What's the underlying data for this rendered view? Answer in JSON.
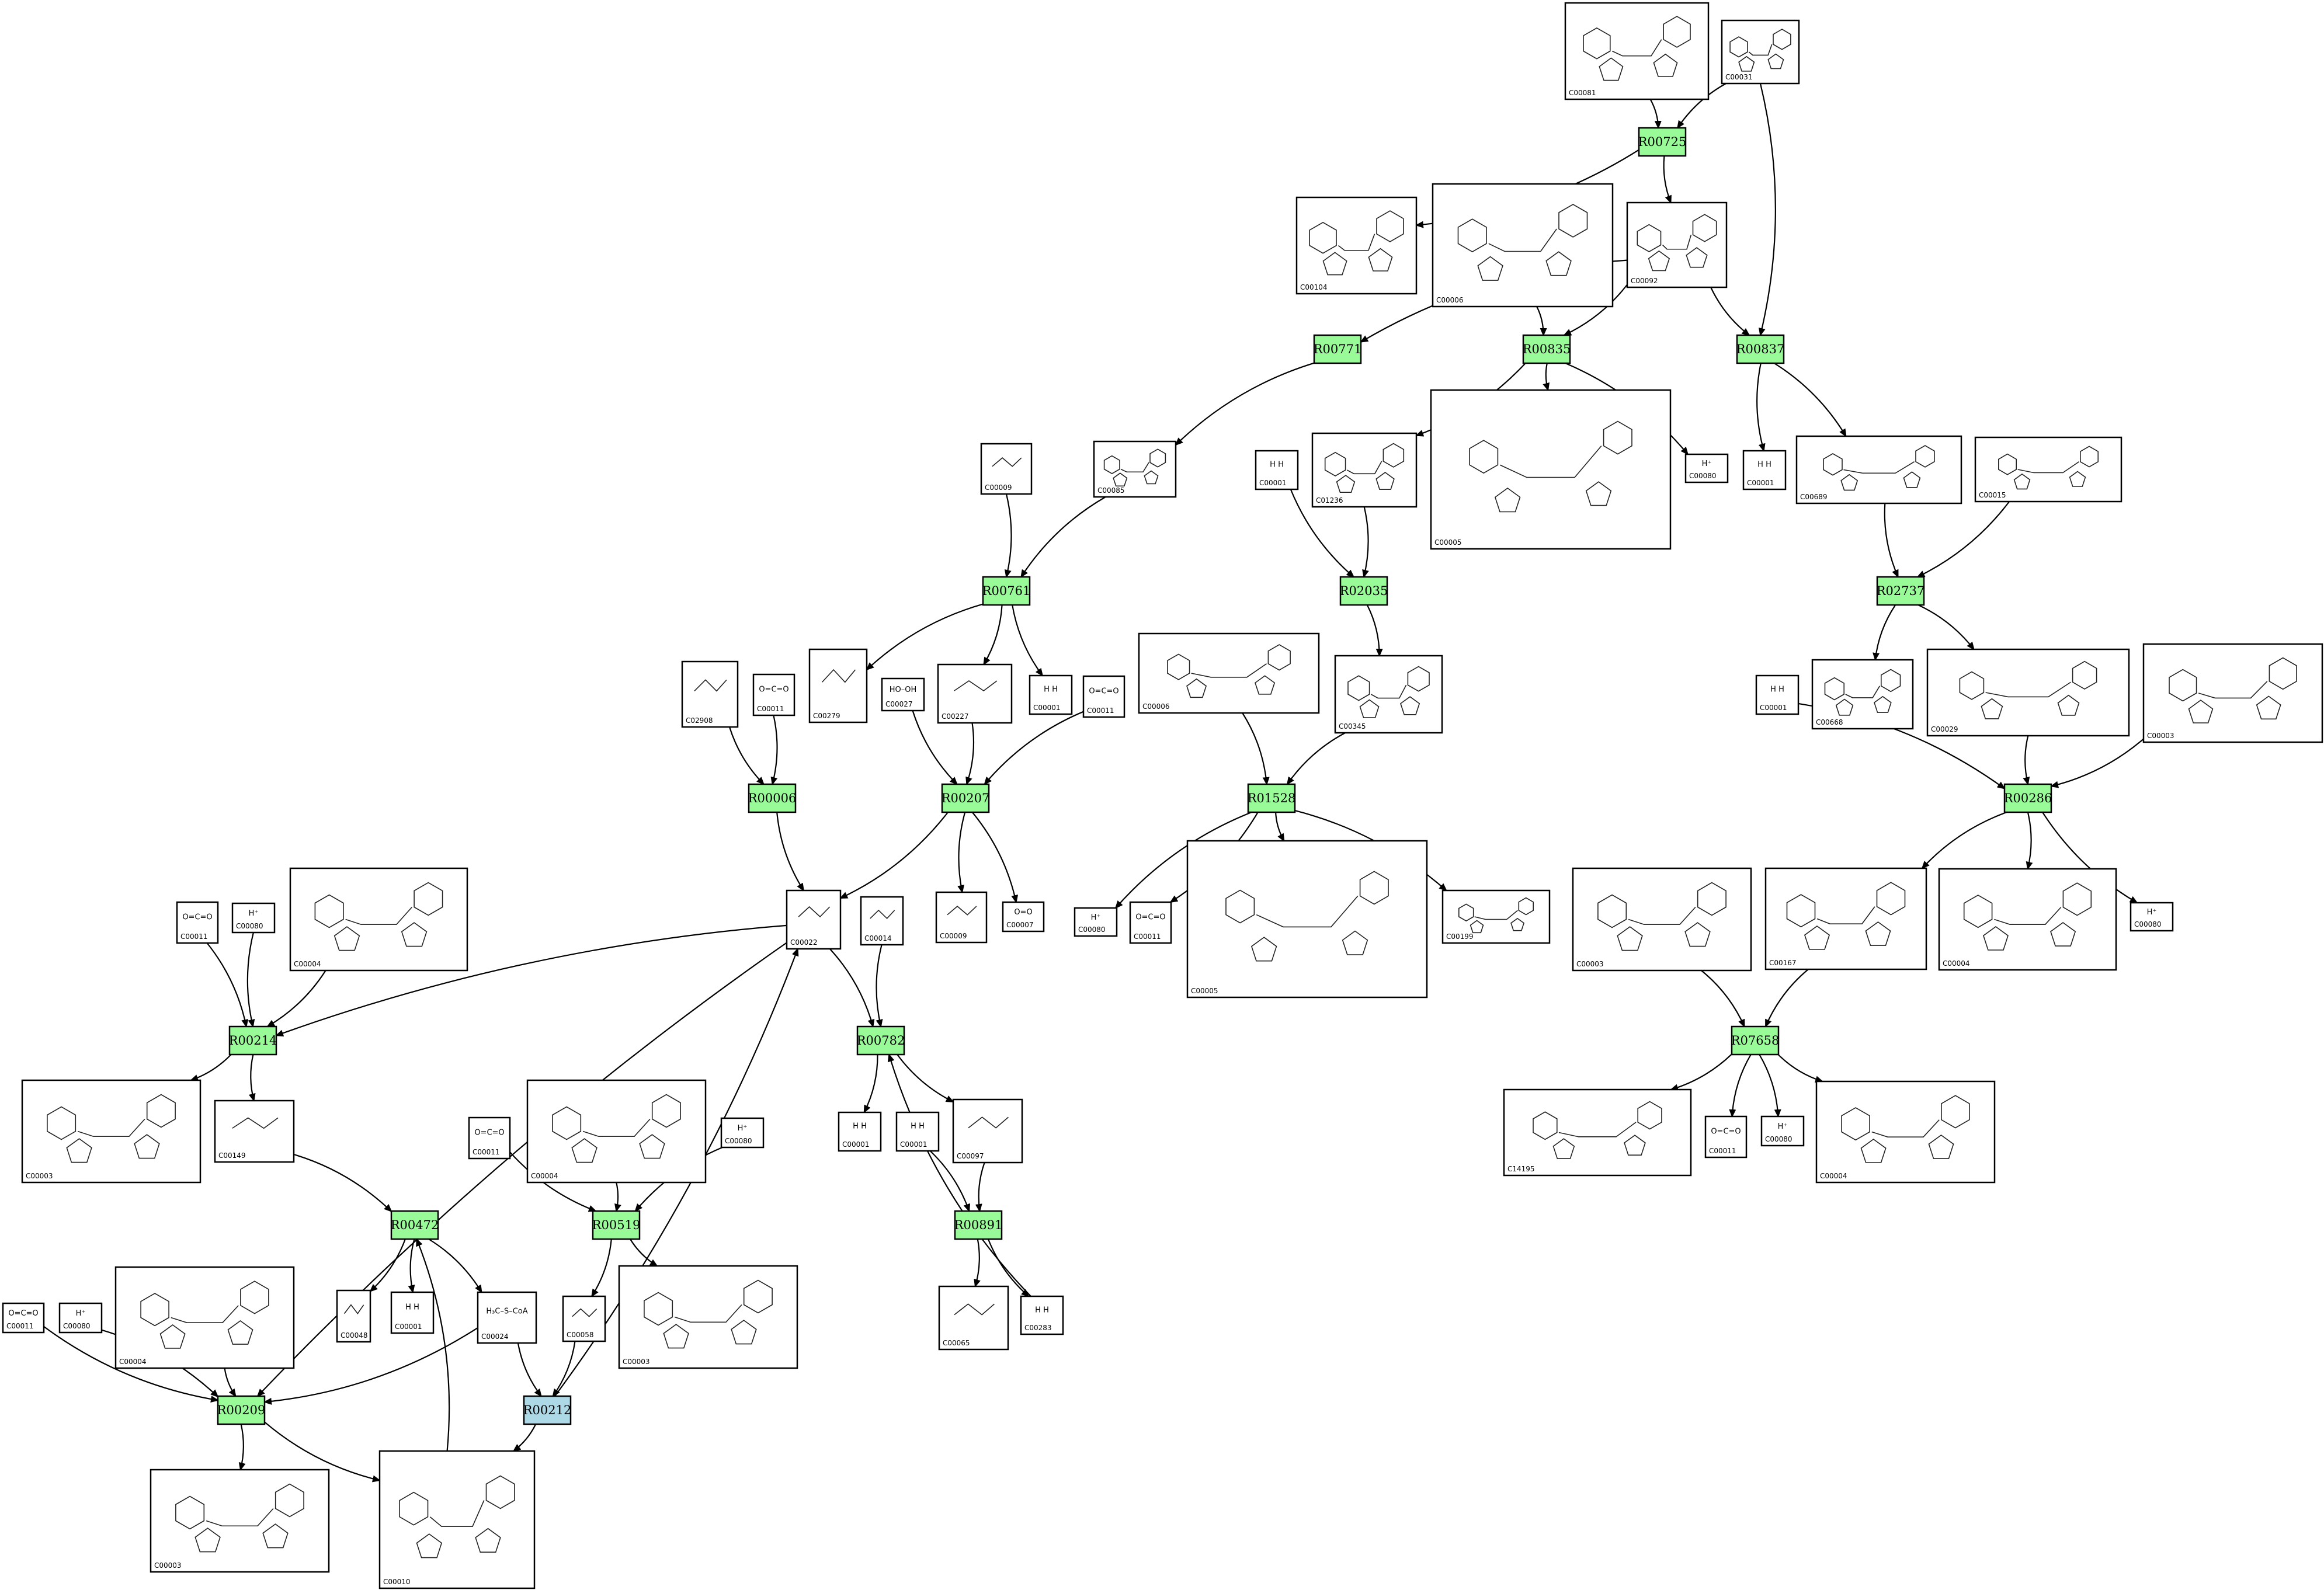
{
  "colors": {
    "reaction_fill": "#98fb98",
    "reaction_alt_fill": "#add8e6",
    "reaction_stroke": "#000000",
    "compound_fill": "#ffffff",
    "edge": "#000000"
  },
  "compounds": [
    {
      "id": "c_top_C00081",
      "label": "C00081",
      "structure": "complex"
    },
    {
      "id": "c_top_C00031",
      "label": "C00031",
      "structure": "complex"
    },
    {
      "id": "c_C00104",
      "label": "C00104",
      "structure": "complex"
    },
    {
      "id": "c_C00006_a",
      "label": "C00006",
      "structure": "complex"
    },
    {
      "id": "c_C00092",
      "label": "C00092",
      "structure": "complex"
    },
    {
      "id": "c_C00085",
      "label": "C00085",
      "structure": "complex"
    },
    {
      "id": "c_C00009_a",
      "label": "C00009",
      "structure": "small"
    },
    {
      "id": "c_C00001_a",
      "label": "C00001",
      "structure": "small",
      "formula": "H   H"
    },
    {
      "id": "c_C01236",
      "label": "C01236",
      "structure": "complex"
    },
    {
      "id": "c_C00005_a",
      "label": "C00005",
      "structure": "complex"
    },
    {
      "id": "c_C00080_a",
      "label": "C00080",
      "structure": "small",
      "formula": "H⁺"
    },
    {
      "id": "c_C00001_b",
      "label": "C00001",
      "structure": "small",
      "formula": "H   H"
    },
    {
      "id": "c_C00689",
      "label": "C00689",
      "structure": "complex"
    },
    {
      "id": "c_C00015",
      "label": "C00015",
      "structure": "complex"
    },
    {
      "id": "c_C02908",
      "label": "C02908",
      "structure": "small"
    },
    {
      "id": "c_C00011_a",
      "label": "C00011",
      "structure": "small",
      "formula": "O=C=O"
    },
    {
      "id": "c_C00279",
      "label": "C00279",
      "structure": "small"
    },
    {
      "id": "c_C00027",
      "label": "C00027",
      "structure": "small",
      "formula": "HO–OH"
    },
    {
      "id": "c_C00227",
      "label": "C00227",
      "structure": "small"
    },
    {
      "id": "c_C00001_c",
      "label": "C00001",
      "structure": "small",
      "formula": "H   H"
    },
    {
      "id": "c_C00011_b",
      "label": "C00011",
      "structure": "small",
      "formula": "O=C=O"
    },
    {
      "id": "c_C00006_b",
      "label": "C00006",
      "structure": "complex"
    },
    {
      "id": "c_C00345",
      "label": "C00345",
      "structure": "complex"
    },
    {
      "id": "c_C00001_d",
      "label": "C00001",
      "structure": "small",
      "formula": "H   H"
    },
    {
      "id": "c_C00668",
      "label": "C00668",
      "structure": "complex"
    },
    {
      "id": "c_C00029",
      "label": "C00029",
      "structure": "complex"
    },
    {
      "id": "c_C00003_a",
      "label": "C00003",
      "structure": "complex"
    },
    {
      "id": "c_C00011_c",
      "label": "C00011",
      "structure": "small",
      "formula": "O=C=O"
    },
    {
      "id": "c_C00080_b",
      "label": "C00080",
      "structure": "small",
      "formula": "H⁺"
    },
    {
      "id": "c_C00004_a",
      "label": "C00004",
      "structure": "complex"
    },
    {
      "id": "c_C00022",
      "label": "C00022",
      "structure": "small"
    },
    {
      "id": "c_C00014",
      "label": "C00014",
      "structure": "small"
    },
    {
      "id": "c_C00009_b",
      "label": "C00009",
      "structure": "small"
    },
    {
      "id": "c_C00007",
      "label": "C00007",
      "structure": "small",
      "formula": "O=O"
    },
    {
      "id": "c_C00080_c",
      "label": "C00080",
      "structure": "small",
      "formula": "H⁺"
    },
    {
      "id": "c_C00011_d",
      "label": "C00011",
      "structure": "small",
      "formula": "O=C=O"
    },
    {
      "id": "c_C00005_b",
      "label": "C00005",
      "structure": "complex"
    },
    {
      "id": "c_C00199",
      "label": "C00199",
      "structure": "complex"
    },
    {
      "id": "c_C00003_b",
      "label": "C00003",
      "structure": "complex"
    },
    {
      "id": "c_C00167",
      "label": "C00167",
      "structure": "complex"
    },
    {
      "id": "c_C00004_b",
      "label": "C00004",
      "structure": "complex"
    },
    {
      "id": "c_C00080_d",
      "label": "C00080",
      "structure": "small",
      "formula": "H⁺"
    },
    {
      "id": "c_C00003_c",
      "label": "C00003",
      "structure": "complex"
    },
    {
      "id": "c_C00149",
      "label": "C00149",
      "structure": "small"
    },
    {
      "id": "c_C00001_e",
      "label": "C00001",
      "structure": "small",
      "formula": "H   H"
    },
    {
      "id": "c_C00001_f",
      "label": "C00001",
      "structure": "small",
      "formula": "H   H"
    },
    {
      "id": "c_C00097",
      "label": "C00097",
      "structure": "small"
    },
    {
      "id": "c_C00011_e",
      "label": "C00011",
      "structure": "small",
      "formula": "O=C=O"
    },
    {
      "id": "c_C00004_c",
      "label": "C00004",
      "structure": "complex"
    },
    {
      "id": "c_C00080_e",
      "label": "C00080",
      "structure": "small",
      "formula": "H⁺"
    },
    {
      "id": "c_C14195",
      "label": "C14195",
      "structure": "complex"
    },
    {
      "id": "c_C00011_f",
      "label": "C00011",
      "structure": "small",
      "formula": "O=C=O"
    },
    {
      "id": "c_C00080_f",
      "label": "C00080",
      "structure": "small",
      "formula": "H⁺"
    },
    {
      "id": "c_C00004_d",
      "label": "C00004",
      "structure": "complex"
    },
    {
      "id": "c_C00048",
      "label": "C00048",
      "structure": "small"
    },
    {
      "id": "c_C00001_g",
      "label": "C00001",
      "structure": "small",
      "formula": "H   H"
    },
    {
      "id": "c_C00024",
      "label": "C00024",
      "structure": "small",
      "formula": "H₃C–S–CoA"
    },
    {
      "id": "c_C00058",
      "label": "C00058",
      "structure": "small"
    },
    {
      "id": "c_C00003_d",
      "label": "C00003",
      "structure": "complex"
    },
    {
      "id": "c_C00065",
      "label": "C00065",
      "structure": "small"
    },
    {
      "id": "c_C00283",
      "label": "C00283",
      "structure": "small",
      "formula": "H   H"
    },
    {
      "id": "c_C00011_g",
      "label": "C00011",
      "structure": "small",
      "formula": "O=C=O"
    },
    {
      "id": "c_C00080_g",
      "label": "C00080",
      "structure": "small",
      "formula": "H⁺"
    },
    {
      "id": "c_C00004_e",
      "label": "C00004",
      "structure": "complex"
    },
    {
      "id": "c_C00003_e",
      "label": "C00003",
      "structure": "complex"
    },
    {
      "id": "c_C00010",
      "label": "C00010",
      "structure": "complex"
    }
  ],
  "reactions": [
    {
      "id": "r_R00725",
      "label": "R00725",
      "kind": "main"
    },
    {
      "id": "r_R00771",
      "label": "R00771",
      "kind": "main"
    },
    {
      "id": "r_R00835",
      "label": "R00835",
      "kind": "main"
    },
    {
      "id": "r_R00837",
      "label": "R00837",
      "kind": "main"
    },
    {
      "id": "r_R00761",
      "label": "R00761",
      "kind": "main"
    },
    {
      "id": "r_R02035",
      "label": "R02035",
      "kind": "main"
    },
    {
      "id": "r_R02737",
      "label": "R02737",
      "kind": "main"
    },
    {
      "id": "r_R00006",
      "label": "R00006",
      "kind": "main"
    },
    {
      "id": "r_R00207",
      "label": "R00207",
      "kind": "main"
    },
    {
      "id": "r_R01528",
      "label": "R01528",
      "kind": "main"
    },
    {
      "id": "r_R00286",
      "label": "R00286",
      "kind": "main"
    },
    {
      "id": "r_R00214",
      "label": "R00214",
      "kind": "main"
    },
    {
      "id": "r_R00782",
      "label": "R00782",
      "kind": "main"
    },
    {
      "id": "r_R07658",
      "label": "R07658",
      "kind": "main"
    },
    {
      "id": "r_R00472",
      "label": "R00472",
      "kind": "main"
    },
    {
      "id": "r_R00519",
      "label": "R00519",
      "kind": "main"
    },
    {
      "id": "r_R00891",
      "label": "R00891",
      "kind": "main"
    },
    {
      "id": "r_R00209",
      "label": "R00209",
      "kind": "main"
    },
    {
      "id": "r_R00212",
      "label": "R00212",
      "kind": "alt"
    }
  ],
  "edges": [
    [
      "c_top_C00081",
      "r_R00725"
    ],
    [
      "c_top_C00031",
      "r_R00725"
    ],
    [
      "r_R00725",
      "c_C00104"
    ],
    [
      "r_R00725",
      "c_C00092"
    ],
    [
      "c_top_C00031",
      "r_R00837"
    ],
    [
      "c_C00092",
      "r_R00771"
    ],
    [
      "c_C00092",
      "r_R00835"
    ],
    [
      "c_C00092",
      "r_R00837"
    ],
    [
      "c_C00006_a",
      "r_R00835"
    ],
    [
      "r_R00771",
      "c_C00085"
    ],
    [
      "r_R00835",
      "c_C01236"
    ],
    [
      "r_R00835",
      "c_C00005_a"
    ],
    [
      "r_R00835",
      "c_C00080_a"
    ],
    [
      "r_R00837",
      "c_C00001_b"
    ],
    [
      "r_R00837",
      "c_C00689"
    ],
    [
      "c_C00085",
      "r_R00761"
    ],
    [
      "c_C00009_a",
      "r_R00761"
    ],
    [
      "c_C00001_a",
      "r_R02035"
    ],
    [
      "c_C01236",
      "r_R02035"
    ],
    [
      "c_C00689",
      "r_R02737"
    ],
    [
      "c_C00015",
      "r_R02737"
    ],
    [
      "r_R00761",
      "c_C00279"
    ],
    [
      "r_R00761",
      "c_C00227"
    ],
    [
      "r_R00761",
      "c_C00001_c"
    ],
    [
      "r_R02035",
      "c_C00345"
    ],
    [
      "r_R02737",
      "c_C00668"
    ],
    [
      "r_R02737",
      "c_C00029"
    ],
    [
      "c_C02908",
      "r_R00006"
    ],
    [
      "c_C00011_a",
      "r_R00006"
    ],
    [
      "c_C00027",
      "r_R00207"
    ],
    [
      "c_C00227",
      "r_R00207"
    ],
    [
      "c_C00011_b",
      "r_R00207"
    ],
    [
      "c_C00006_b",
      "r_R01528"
    ],
    [
      "c_C00345",
      "r_R01528"
    ],
    [
      "c_C00001_d",
      "r_R00286"
    ],
    [
      "c_C00029",
      "r_R00286"
    ],
    [
      "c_C00003_a",
      "r_R00286"
    ],
    [
      "r_R00006",
      "c_C00022"
    ],
    [
      "r_R00207",
      "c_C00022"
    ],
    [
      "r_R00207",
      "c_C00009_b"
    ],
    [
      "r_R00207",
      "c_C00007"
    ],
    [
      "r_R01528",
      "c_C00080_c"
    ],
    [
      "r_R01528",
      "c_C00011_d"
    ],
    [
      "r_R01528",
      "c_C00005_b"
    ],
    [
      "r_R01528",
      "c_C00199"
    ],
    [
      "r_R00286",
      "c_C00167"
    ],
    [
      "r_R00286",
      "c_C00004_b"
    ],
    [
      "r_R00286",
      "c_C00080_d"
    ],
    [
      "c_C00011_c",
      "r_R00214"
    ],
    [
      "c_C00080_b",
      "r_R00214"
    ],
    [
      "c_C00004_a",
      "r_R00214"
    ],
    [
      "c_C00022",
      "r_R00214"
    ],
    [
      "c_C00022",
      "r_R00782"
    ],
    [
      "c_C00014",
      "r_R00782"
    ],
    [
      "c_C00003_b",
      "r_R07658"
    ],
    [
      "c_C00167",
      "r_R07658"
    ],
    [
      "r_R00214",
      "c_C00003_c"
    ],
    [
      "r_R00214",
      "c_C00149"
    ],
    [
      "r_R00782",
      "c_C00001_e"
    ],
    [
      "r_R00782",
      "c_C00097"
    ],
    [
      "r_R07658",
      "c_C14195"
    ],
    [
      "r_R07658",
      "c_C00011_f"
    ],
    [
      "r_R07658",
      "c_C00080_f"
    ],
    [
      "r_R07658",
      "c_C00004_d"
    ],
    [
      "c_C00149",
      "r_R00472"
    ],
    [
      "c_C00010",
      "r_R00472"
    ],
    [
      "r_R00472",
      "c_C00048"
    ],
    [
      "r_R00472",
      "c_C00001_g"
    ],
    [
      "r_R00472",
      "c_C00024"
    ],
    [
      "c_C00011_e",
      "r_R00519"
    ],
    [
      "c_C00004_c",
      "r_R00519"
    ],
    [
      "c_C00080_e",
      "r_R00519"
    ],
    [
      "r_R00519",
      "c_C00058"
    ],
    [
      "r_R00519",
      "c_C00003_d"
    ],
    [
      "c_C00001_f",
      "r_R00891"
    ],
    [
      "c_C00097",
      "r_R00891"
    ],
    [
      "r_R00891",
      "c_C00065"
    ],
    [
      "r_R00891",
      "c_C00283"
    ],
    [
      "c_C00283",
      "r_R00782"
    ],
    [
      "c_C00011_g",
      "r_R00209"
    ],
    [
      "c_C00080_g",
      "r_R00209"
    ],
    [
      "c_C00004_e",
      "r_R00209"
    ],
    [
      "c_C00024",
      "r_R00209"
    ],
    [
      "c_C00022",
      "r_R00209"
    ],
    [
      "r_R00209",
      "c_C00003_e"
    ],
    [
      "r_R00209",
      "c_C00010"
    ],
    [
      "c_C00058",
      "r_R00212"
    ],
    [
      "c_C00024",
      "r_R00212"
    ],
    [
      "r_R00212",
      "c_C00010"
    ],
    [
      "r_R00212",
      "c_C00022"
    ]
  ]
}
